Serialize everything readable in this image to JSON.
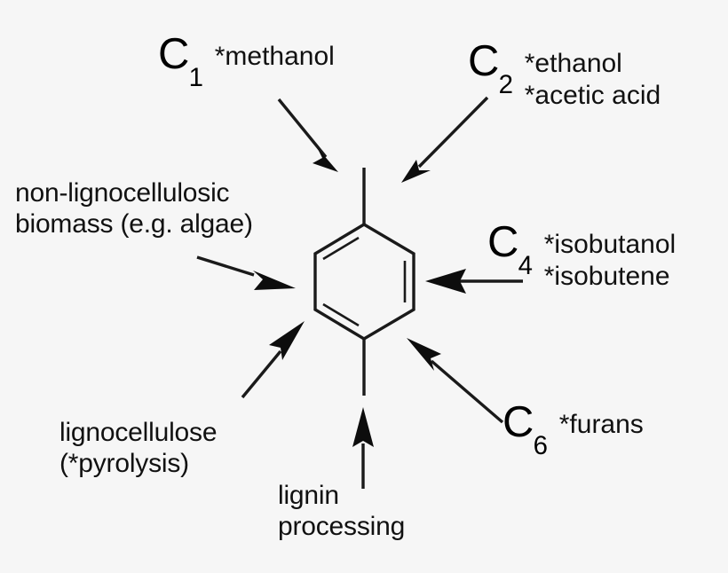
{
  "figure": {
    "background_color": "#f6f6f6",
    "ink_color": "#111111",
    "center_structure": "benzene-ring"
  },
  "carbon_groups": [
    {
      "id": "c1",
      "tag": "C",
      "subscript": "1",
      "species": [
        "*methanol"
      ]
    },
    {
      "id": "c2",
      "tag": "C",
      "subscript": "2",
      "species": [
        "*ethanol",
        "*acetic acid"
      ]
    },
    {
      "id": "c4",
      "tag": "C",
      "subscript": "4",
      "species": [
        "*isobutanol",
        "*isobutene"
      ]
    },
    {
      "id": "c6",
      "tag": "C",
      "subscript": "6",
      "species": [
        "*furans"
      ]
    }
  ],
  "feedstocks": [
    {
      "id": "non-lignocellulosic-biomass",
      "lines": [
        "non-lignocellulosic",
        "biomass (e.g. algae)"
      ]
    },
    {
      "id": "lignocellulose",
      "lines": [
        "lignocellulose",
        "(*pyrolysis)"
      ]
    },
    {
      "id": "lignin-processing",
      "lines": [
        "lignin",
        "processing"
      ]
    }
  ],
  "arrows": [
    {
      "id": "arrow-c1",
      "from": "C1 label",
      "to": "benzene ring",
      "direction": "down-right"
    },
    {
      "id": "arrow-c2",
      "from": "C2 label",
      "to": "benzene ring",
      "direction": "down-left"
    },
    {
      "id": "arrow-c4",
      "from": "C4 label",
      "to": "benzene ring",
      "direction": "left"
    },
    {
      "id": "arrow-c6",
      "from": "C6 label",
      "to": "benzene ring",
      "direction": "up-left"
    },
    {
      "id": "arrow-algae",
      "from": "non-lignocellulosic biomass",
      "to": "benzene ring",
      "direction": "right"
    },
    {
      "id": "arrow-ligno",
      "from": "lignocellulose",
      "to": "benzene ring",
      "direction": "up-right"
    },
    {
      "id": "arrow-lignin",
      "from": "lignin processing",
      "to": "benzene ring",
      "direction": "up"
    }
  ]
}
